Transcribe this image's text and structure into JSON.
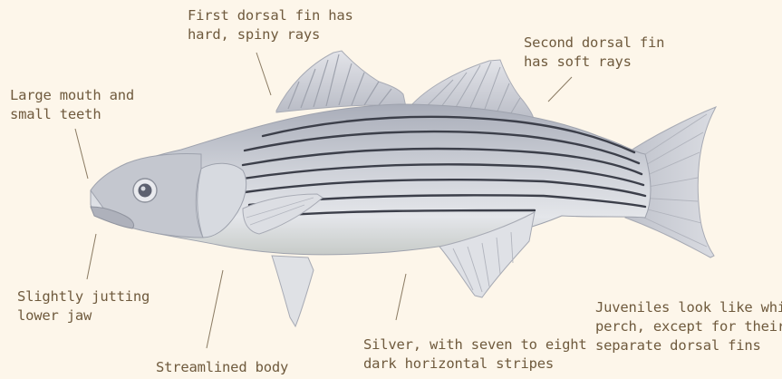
{
  "annotations": {
    "first_dorsal": {
      "lines": [
        "First dorsal fin has",
        "hard, spiny rays"
      ]
    },
    "second_dorsal": {
      "lines": [
        "Second dorsal fin",
        "has soft rays"
      ]
    },
    "mouth": {
      "lines": [
        "Large mouth and",
        "small teeth"
      ]
    },
    "jaw": {
      "lines": [
        "Slightly jutting",
        "lower jaw"
      ]
    },
    "body": {
      "lines": [
        "Streamlined body"
      ]
    },
    "stripes": {
      "lines": [
        "Silver, with seven to eight",
        "dark horizontal stripes"
      ]
    },
    "juveniles": {
      "lines": [
        "Juveniles look like white",
        "perch, except for their two",
        "separate dorsal fins"
      ]
    }
  },
  "colors": {
    "background": "#fdf6ea",
    "text": "#6f5a3d",
    "fish_body": "#c9ccd4",
    "stripe": "#3c3f4a"
  }
}
